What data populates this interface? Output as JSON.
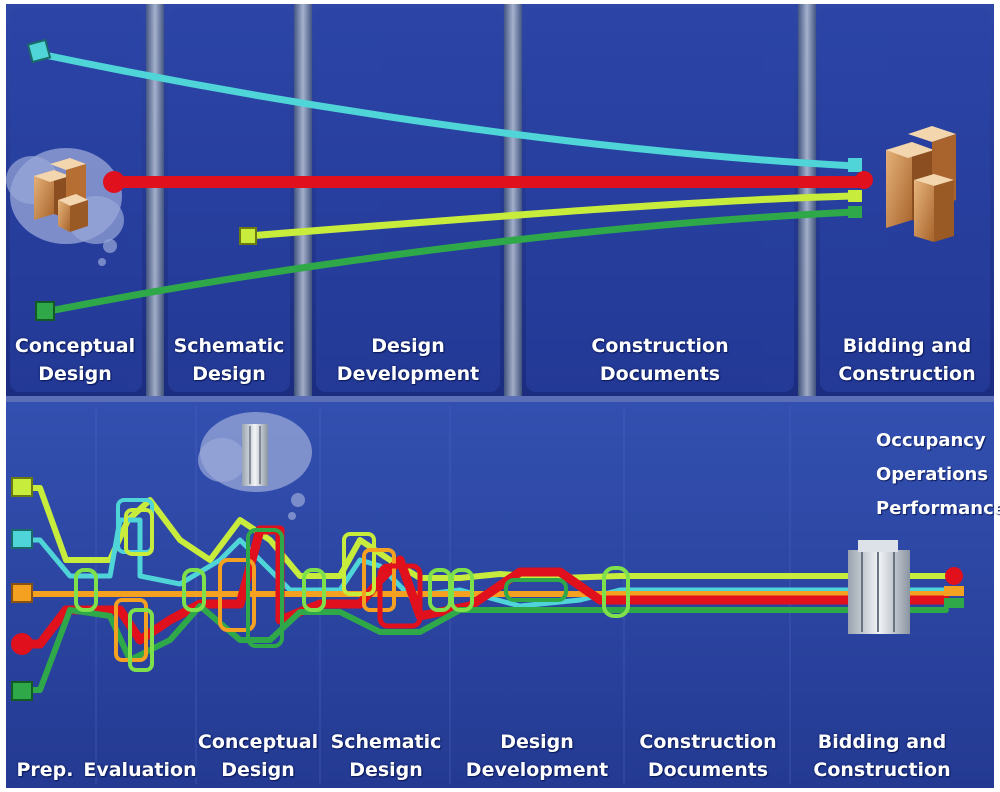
{
  "top_phases": [
    {
      "line1": "Conceptual",
      "line2": "Design"
    },
    {
      "line1": "Schematic",
      "line2": "Design"
    },
    {
      "line1": "Design",
      "line2": "Development"
    },
    {
      "line1": "Construction",
      "line2": "Documents"
    },
    {
      "line1": "Bidding and",
      "line2": "Construction"
    }
  ],
  "bottom_phases": [
    {
      "line1": "",
      "line2": "Prep."
    },
    {
      "line1": "",
      "line2": "Evaluation"
    },
    {
      "line1": "Conceptual",
      "line2": "Design"
    },
    {
      "line1": "Schematic",
      "line2": "Design"
    },
    {
      "line1": "Design",
      "line2": "Development"
    },
    {
      "line1": "Construction",
      "line2": "Documents"
    },
    {
      "line1": "Bidding and",
      "line2": "Construction"
    }
  ],
  "outcomes": [
    "Occupancy",
    "Operations",
    "Performance"
  ],
  "colors": {
    "background": "#2b3f97",
    "cyan": "#4fd4d8",
    "red": "#e0101c",
    "yellow_green": "#c8ec3c",
    "green": "#2fa84a",
    "orange": "#f4a020",
    "lime": "#7ee04a"
  },
  "icons": [
    "building-boxes-icon",
    "skyscraper-icon",
    "thought-cloud-icon"
  ]
}
